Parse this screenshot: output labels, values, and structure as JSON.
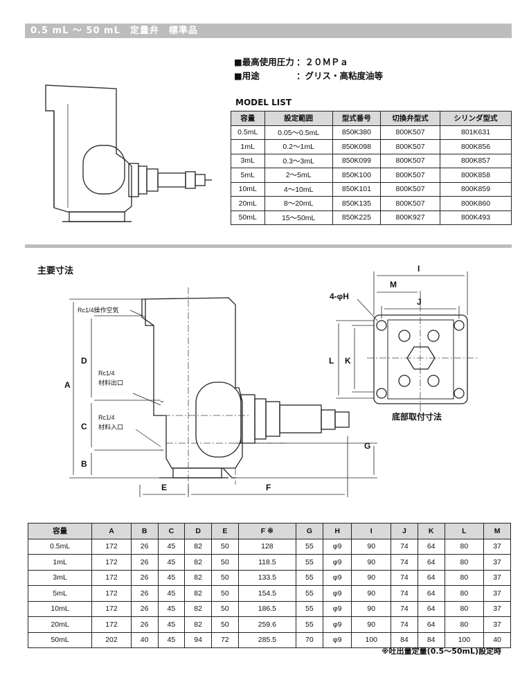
{
  "header": {
    "title": "0.5 mL ～ 50 mL　定量弁　標準品"
  },
  "specs": [
    {
      "key": "■最高使用圧力",
      "value": "：２０ＭＰａ"
    },
    {
      "key": "■用途",
      "value": "：グリス・高粘度油等"
    }
  ],
  "model_list": {
    "title": "MODEL LIST",
    "headers": [
      "容量",
      "設定範囲",
      "型式番号",
      "切換弁型式",
      "シリンダ型式"
    ],
    "rows": [
      [
        "0.5mL",
        "0.05～0.5mL",
        "850K380",
        "800K507",
        "801K631"
      ],
      [
        "1mL",
        "0.2～1mL",
        "850K098",
        "800K507",
        "800K856"
      ],
      [
        "3mL",
        "0.3～3mL",
        "850K099",
        "800K507",
        "800K857"
      ],
      [
        "5mL",
        "2～5mL",
        "850K100",
        "800K507",
        "800K858"
      ],
      [
        "10mL",
        "4～10mL",
        "850K101",
        "800K507",
        "800K859"
      ],
      [
        "20mL",
        "8～20mL",
        "850K135",
        "800K507",
        "800K860"
      ],
      [
        "50mL",
        "15～50mL",
        "850K225",
        "800K927",
        "800K493"
      ]
    ]
  },
  "dimensions": {
    "title": "主要寸法",
    "labels": {
      "air_port": "Rc1/4操作空気",
      "outlet_1": "Rc1/4",
      "outlet_2": "材料出口",
      "inlet_1": "Rc1/4",
      "inlet_2": "材料入口",
      "hole": "4-φH",
      "bottom_mount": "底部取付寸法",
      "A": "A",
      "B": "B",
      "C": "C",
      "D": "D",
      "E": "E",
      "F": "F",
      "G": "G",
      "I": "I",
      "J": "J",
      "K": "K",
      "L": "L",
      "M": "M"
    },
    "table": {
      "headers": [
        "容量",
        "A",
        "B",
        "C",
        "D",
        "E",
        "F ※",
        "G",
        "H",
        "I",
        "J",
        "K",
        "L",
        "M"
      ],
      "rows": [
        [
          "0.5mL",
          "172",
          "26",
          "45",
          "82",
          "50",
          "128",
          "55",
          "φ9",
          "90",
          "74",
          "64",
          "80",
          "37"
        ],
        [
          "1mL",
          "172",
          "26",
          "45",
          "82",
          "50",
          "118.5",
          "55",
          "φ9",
          "90",
          "74",
          "64",
          "80",
          "37"
        ],
        [
          "3mL",
          "172",
          "26",
          "45",
          "82",
          "50",
          "133.5",
          "55",
          "φ9",
          "90",
          "74",
          "64",
          "80",
          "37"
        ],
        [
          "5mL",
          "172",
          "26",
          "45",
          "82",
          "50",
          "154.5",
          "55",
          "φ9",
          "90",
          "74",
          "64",
          "80",
          "37"
        ],
        [
          "10mL",
          "172",
          "26",
          "45",
          "82",
          "50",
          "186.5",
          "55",
          "φ9",
          "90",
          "74",
          "64",
          "80",
          "37"
        ],
        [
          "20mL",
          "172",
          "26",
          "45",
          "82",
          "50",
          "259.6",
          "55",
          "φ9",
          "90",
          "74",
          "64",
          "80",
          "37"
        ],
        [
          "50mL",
          "202",
          "40",
          "45",
          "94",
          "72",
          "285.5",
          "70",
          "φ9",
          "100",
          "84",
          "84",
          "100",
          "40"
        ]
      ]
    },
    "footnote": "※吐出量定量(0.5～50mL)設定時"
  }
}
